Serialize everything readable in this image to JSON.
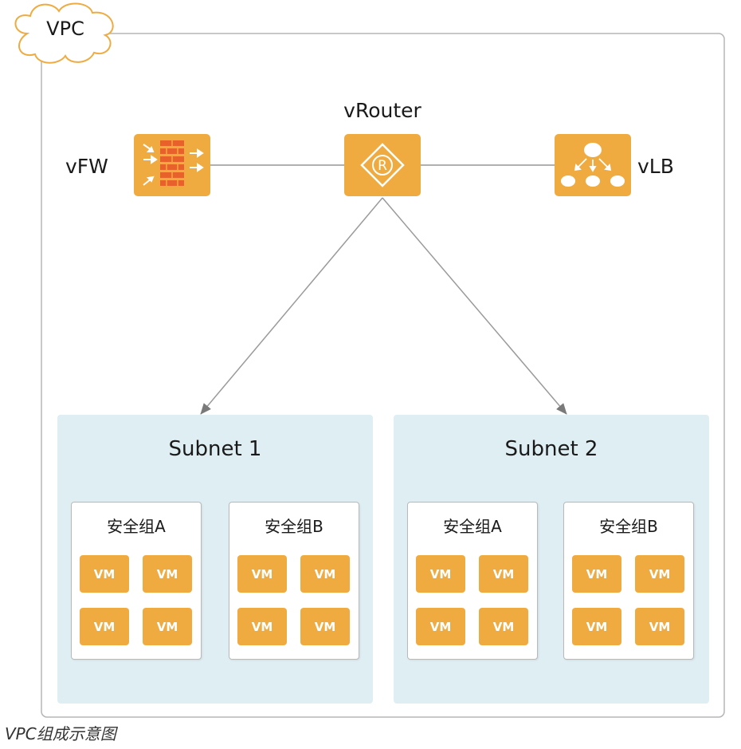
{
  "vpc": {
    "label": "VPC"
  },
  "nodes": {
    "vrouter": {
      "label": "vRouter",
      "icon": "router-icon"
    },
    "vfw": {
      "label": "vFW",
      "icon": "firewall-icon"
    },
    "vlb": {
      "label": "vLB",
      "icon": "load-balancer-icon"
    }
  },
  "subnets": [
    {
      "title": "Subnet 1",
      "groups": [
        {
          "title": "安全组A",
          "vms": [
            "VM",
            "VM",
            "VM",
            "VM"
          ]
        },
        {
          "title": "安全组B",
          "vms": [
            "VM",
            "VM",
            "VM",
            "VM"
          ]
        }
      ]
    },
    {
      "title": "Subnet 2",
      "groups": [
        {
          "title": "安全组A",
          "vms": [
            "VM",
            "VM",
            "VM",
            "VM"
          ]
        },
        {
          "title": "安全组B",
          "vms": [
            "VM",
            "VM",
            "VM",
            "VM"
          ]
        }
      ]
    }
  ],
  "caption": "VPC组成示意图",
  "colors": {
    "node": "#f0ab40",
    "subnet_bg": "#dfeef3",
    "firewall_brick": "#e8602a",
    "line": "#999999"
  }
}
